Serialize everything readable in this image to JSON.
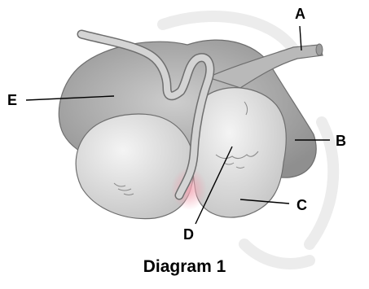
{
  "labels": {
    "a": "A",
    "b": "B",
    "c": "C",
    "d": "D",
    "e": "E"
  },
  "caption": "Diagram 1",
  "colors": {
    "organ_fill": "#cfcfcf",
    "organ_light": "#e9e9e9",
    "organ_dark": "#9a9a9a",
    "outline": "#6e6e6e",
    "highlight": "#f3b8c2",
    "watermark": "#e9e9e9"
  }
}
